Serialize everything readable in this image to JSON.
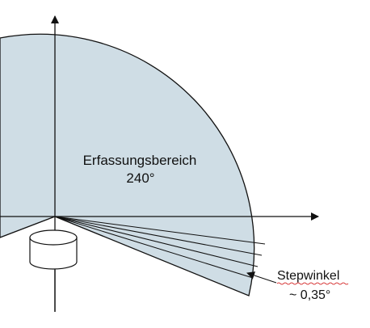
{
  "diagram": {
    "area_label": "Erfassungsbereich",
    "area_angle": "240°",
    "step_label": "Stepwinkel",
    "step_value": "~ 0,35°",
    "scan_range_deg": 240,
    "step_lines_shown": 5,
    "colors": {
      "area_fill": "#cfdde5",
      "outline": "#111111",
      "sensor_fill": "#ffffff",
      "spell_underline": "#cc0000"
    }
  }
}
